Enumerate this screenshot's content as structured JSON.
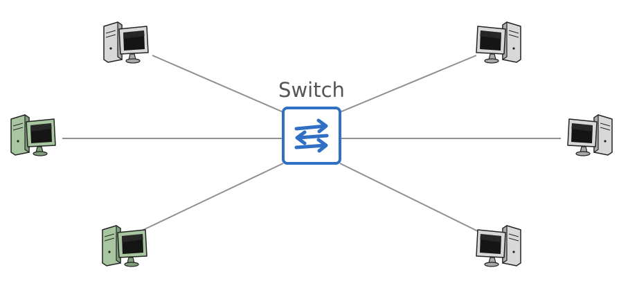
{
  "diagram": {
    "switch_label": "Switch",
    "switch_icon": "switch-arrows-icon",
    "colors": {
      "switch_border": "#2f6fc4",
      "switch_arrows": "#2f6fc4",
      "link_line": "#8f8f8f",
      "label_text": "#555555",
      "computer_gray": "#d8d8d8",
      "computer_green": "#a8c6a0",
      "screen": "#1a1a1a"
    },
    "computers": [
      {
        "name": "computer-top-left",
        "color": "gray",
        "orientation": "tower-left"
      },
      {
        "name": "computer-middle-left",
        "color": "green",
        "orientation": "tower-left"
      },
      {
        "name": "computer-bottom-left",
        "color": "green",
        "orientation": "tower-left"
      },
      {
        "name": "computer-top-right",
        "color": "gray",
        "orientation": "tower-right"
      },
      {
        "name": "computer-middle-right",
        "color": "gray",
        "orientation": "tower-right"
      },
      {
        "name": "computer-bottom-right",
        "color": "gray",
        "orientation": "tower-right"
      }
    ]
  }
}
